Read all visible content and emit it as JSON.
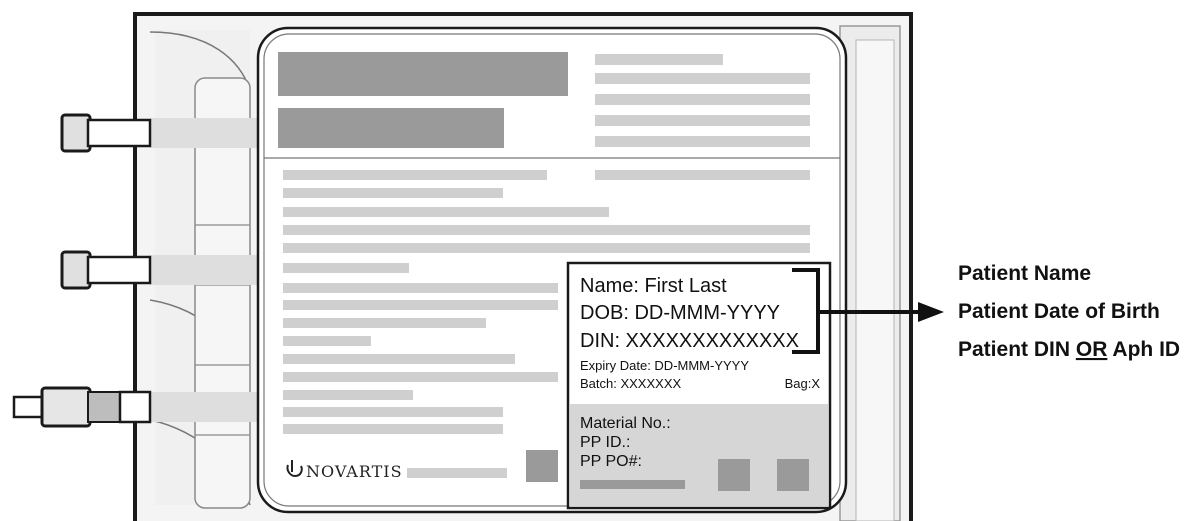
{
  "label": {
    "name_line": "Name: First Last",
    "dob_line": "DOB: DD-MMM-YYYY",
    "din_line": "DIN: XXXXXXXXXXXXX",
    "expiry_line": "Expiry Date: DD-MMM-YYYY",
    "batch_line": "Batch: XXXXXXX",
    "bag_line": "Bag:X",
    "material_line": "Material No.:",
    "pp_id_line": "PP ID.:",
    "pp_po_line": "PP PO#:"
  },
  "brand": {
    "name": "NOVARTIS",
    "logo_icon": "novartis-flame-icon"
  },
  "callout": {
    "patient_name": "Patient Name",
    "patient_dob": "Patient Date of Birth",
    "din_prefix": "Patient DIN ",
    "din_or": "OR",
    "din_suffix": " Aph ID"
  },
  "colors": {
    "outline": "#1a1a1a",
    "bag_fill": "#f2f2f2",
    "placeholder_dark": "#9a9a9a",
    "placeholder_light": "#cfcfcf",
    "label_bottom": "#d6d6d6"
  }
}
